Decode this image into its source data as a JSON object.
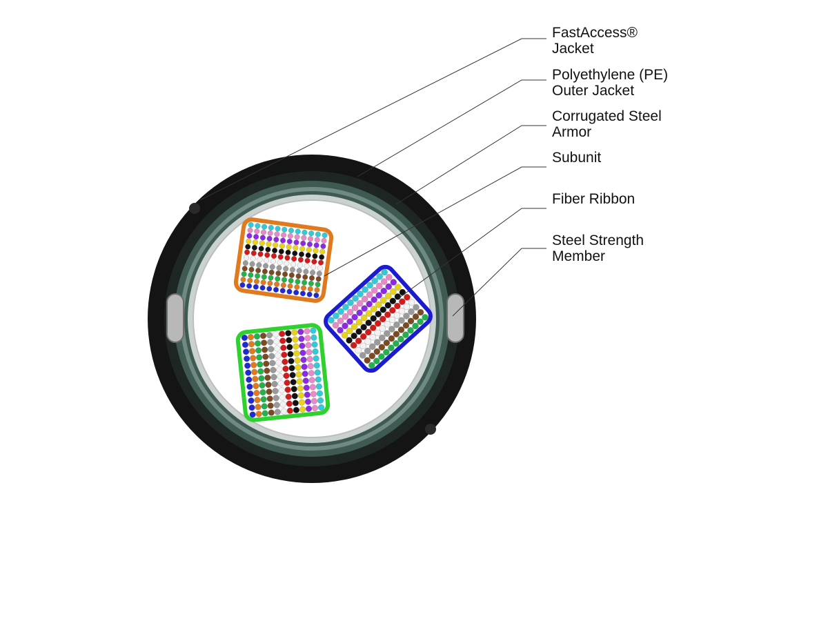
{
  "labels": [
    {
      "line1": "FastAccess®",
      "line2": "Jacket"
    },
    {
      "line1": "Polyethylene (PE)",
      "line2": "Outer Jacket"
    },
    {
      "line1": "Corrugated Steel",
      "line2": "Armor"
    },
    {
      "line1": "Subunit",
      "line2": ""
    },
    {
      "line1": "Fiber Ribbon",
      "line2": ""
    },
    {
      "line1": "Steel Strength",
      "line2": "Member"
    }
  ],
  "colors": {
    "outer_jacket": "#141414",
    "armor": "#3e5a52",
    "armor_light": "#6e8a82",
    "strength_member": "#b8b8b8",
    "leader": "#333333",
    "subunit_orange": "#e07a1e",
    "subunit_blue": "#1b1bd0",
    "subunit_green": "#2fd12f"
  },
  "fiber_colors": [
    "#1f2bd0",
    "#e07a1e",
    "#22b14c",
    "#7a4a22",
    "#9a9a9a",
    "#f2f2f2",
    "#d11a1a",
    "#111111",
    "#e8d21a",
    "#8a2be2",
    "#e88ac8",
    "#33c9d6"
  ]
}
